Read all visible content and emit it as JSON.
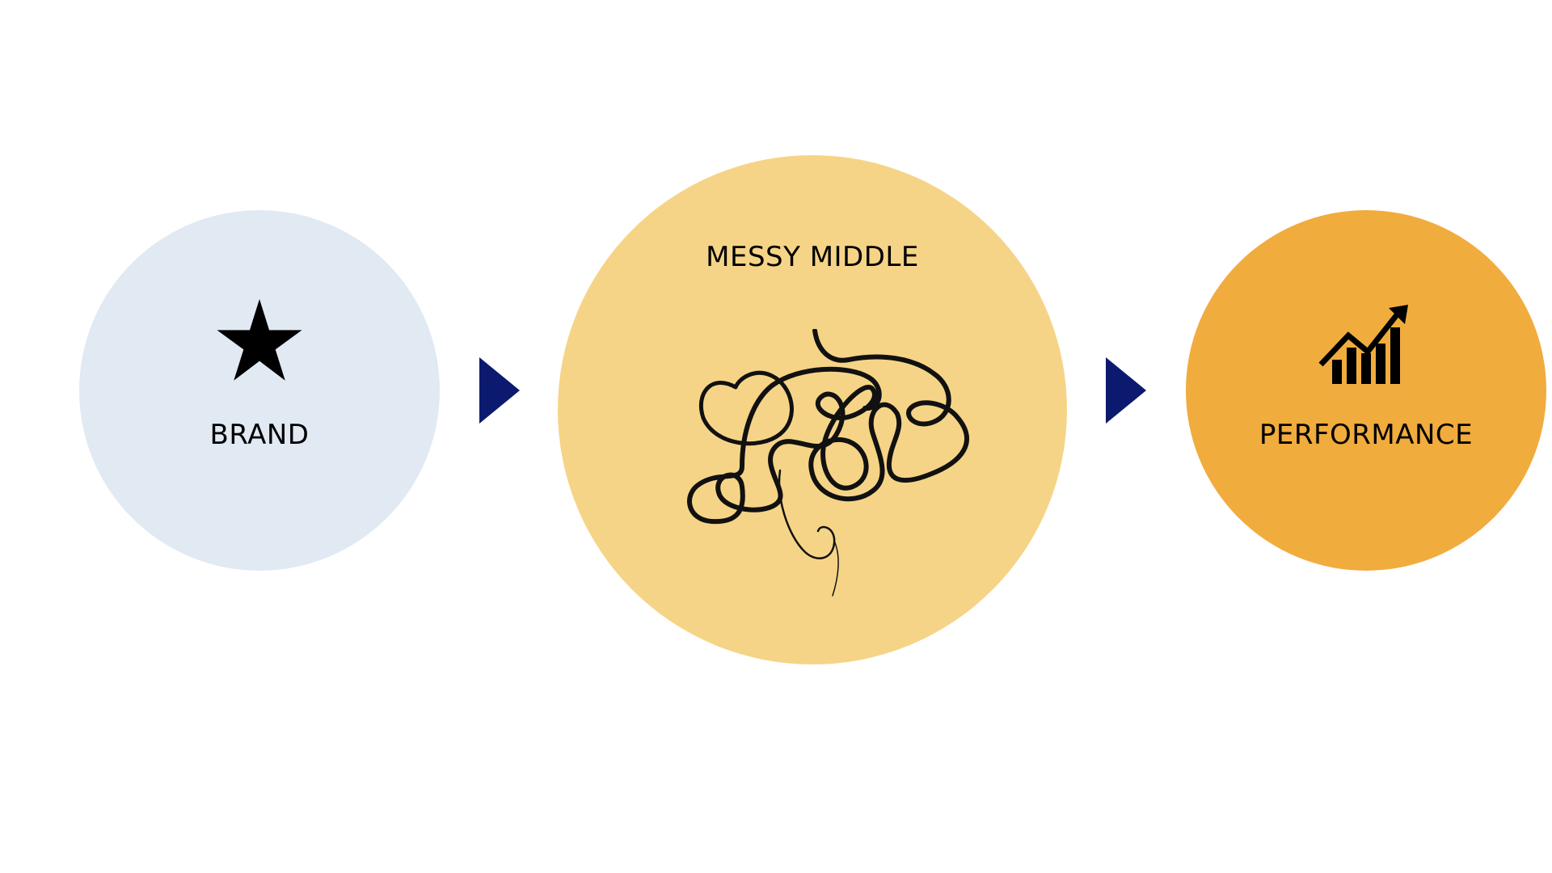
{
  "steps": [
    {
      "label": "BRAND",
      "icon": "star-icon",
      "color": "#e1e9f3"
    },
    {
      "label": "MESSY MIDDLE",
      "icon": "tangled-line-icon",
      "color": "#f6d487"
    },
    {
      "label": "PERFORMANCE",
      "icon": "growth-chart-icon",
      "color": "#f1ac3e"
    }
  ],
  "connectors": [
    {
      "icon": "triangle-arrow-right-icon",
      "color": "#0b1a6e"
    },
    {
      "icon": "triangle-arrow-right-icon",
      "color": "#0b1a6e"
    }
  ]
}
